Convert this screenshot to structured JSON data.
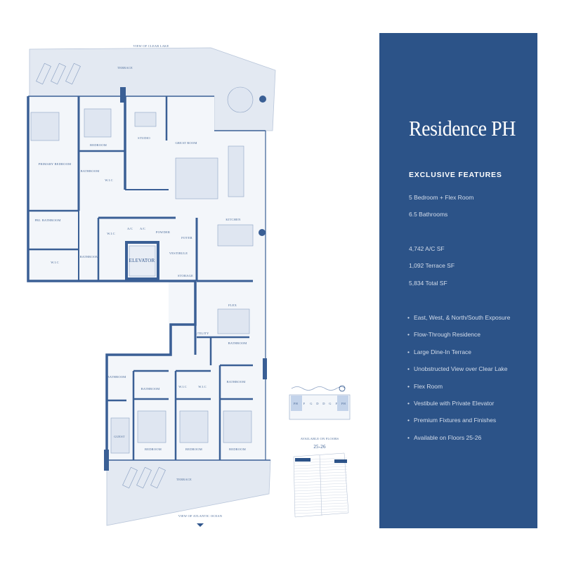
{
  "plan": {
    "view_top": "VIEW OF CLEAR LAKE",
    "view_bottom": "VIEW OF ATLANTIC OCEAN",
    "rooms": {
      "terrace_top": "TERRACE",
      "primary_bedroom": "PRIMARY BEDROOM",
      "bedroom_1": "BEDROOM",
      "bathroom_1": "BATHROOM",
      "studio": "STUDIO",
      "great_room": "GREAT ROOM",
      "primary_bathroom": "PRI. BATHROOM",
      "wic_primary": "W.I.C",
      "wic_1": "W.I.C",
      "bathroom_2": "BATHROOM",
      "ac_1": "A/C",
      "ac_2": "A/C",
      "powder": "POWDER",
      "foyer": "FOYER",
      "elevator": "ELEVATOR",
      "vestibule": "VESTIBULE",
      "kitchen": "KITCHEN",
      "storage": "STORAGE",
      "flex": "FLEX",
      "utility": "UTILITY",
      "bathroom_3": "BATHROOM",
      "bathroom_4": "BATHROOM",
      "bathroom_5": "BATHROOM",
      "bathroom_6": "BATHROOM",
      "wic_2": "W.I.C",
      "wic_3": "W.I.C",
      "guest": "GUEST",
      "bedroom_2": "BEDROOM",
      "bedroom_3": "BEDROOM",
      "bedroom_4": "BEDROOM",
      "terrace_bottom": "TERRACE"
    },
    "keyplan_units": [
      "PH",
      "F",
      "G",
      "D",
      "D",
      "G",
      "F",
      "PH"
    ],
    "available_label": "AVAILABLE ON FLOORS",
    "available_floors": "25-26"
  },
  "panel": {
    "title": "Residence PH",
    "features_heading": "EXCLUSIVE FEATURES",
    "specs": [
      "5 Bedroom + Flex Room",
      "6.5 Bathrooms"
    ],
    "areas": [
      "4,742 A/C SF",
      "1,092 Terrace SF",
      "5,834 Total SF"
    ],
    "features": [
      "East, West, & North/South Exposure",
      "Flow-Through Residence",
      "Large Dine-In Terrace",
      "Unobstructed View over Clear Lake",
      "Flex Room",
      "Vestibule with Private Elevator",
      "Premium Fixtures and Finishes",
      "Available on Floors 25-26"
    ]
  },
  "colors": {
    "panel": "#2c5388",
    "wall": "#3a5f95",
    "floor": "#eef2f8",
    "terrace": "#e3e9f2"
  }
}
